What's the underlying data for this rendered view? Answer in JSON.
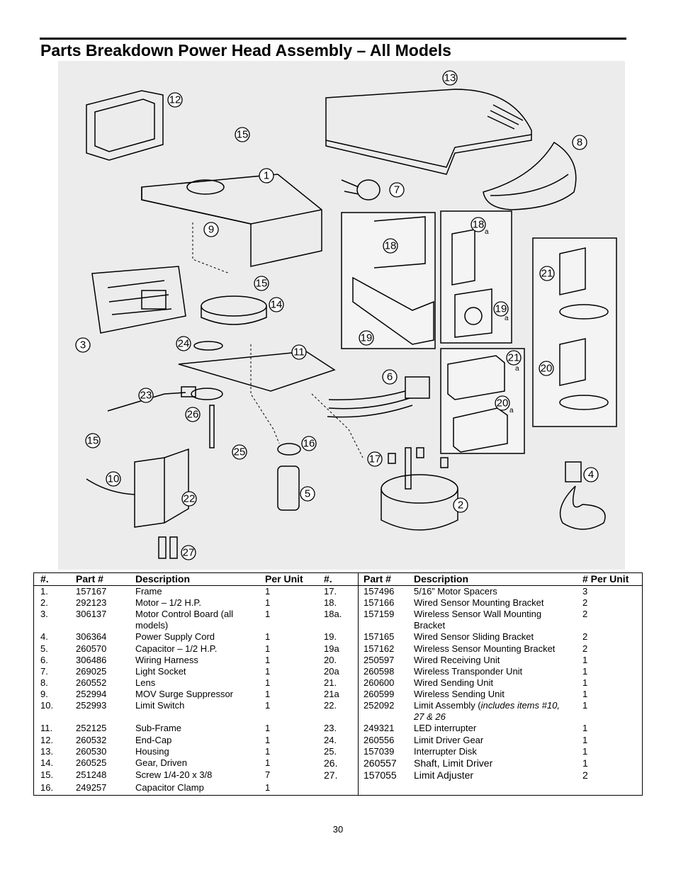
{
  "page": {
    "title": "Parts Breakdown Power Head Assembly – All Models",
    "page_number": "30"
  },
  "figure": {
    "callouts": [
      "1",
      "2",
      "3",
      "4",
      "5",
      "6",
      "7",
      "8",
      "9",
      "10",
      "11",
      "12",
      "13",
      "14",
      "15",
      "16",
      "17",
      "18",
      "18",
      "19",
      "19",
      "20",
      "20",
      "21",
      "21",
      "22",
      "23",
      "24",
      "25",
      "26",
      "27",
      "15",
      "15"
    ],
    "suffix_a": "a"
  },
  "table": {
    "headers": {
      "num": "#.",
      "part": "Part #",
      "description": "Description",
      "per_unit": "Per Unit",
      "num2": "#.",
      "part2": "Part #",
      "description2": "Description",
      "per_unit2": "# Per Unit"
    },
    "left": [
      {
        "num": "1.",
        "part": "157167",
        "desc": "Frame",
        "qty": "1"
      },
      {
        "num": "2.",
        "part": "292123",
        "desc": "Motor – 1/2 H.P.",
        "qty": "1"
      },
      {
        "num": "3.",
        "part": "306137",
        "desc": "Motor Control Board (all models)",
        "qty": "1"
      },
      {
        "num": "4.",
        "part": "306364",
        "desc": "Power Supply Cord",
        "qty": "1"
      },
      {
        "num": "5.",
        "part": "260570",
        "desc": "Capacitor – 1/2 H.P.",
        "qty": "1"
      },
      {
        "num": "6.",
        "part": "306486",
        "desc": "Wiring Harness",
        "qty": "1"
      },
      {
        "num": "7.",
        "part": "269025",
        "desc": "Light Socket",
        "qty": "1"
      },
      {
        "num": "8.",
        "part": "260552",
        "desc": "Lens",
        "qty": "1"
      },
      {
        "num": "9.",
        "part": "252994",
        "desc": "MOV Surge Suppressor",
        "qty": "1"
      },
      {
        "num": "10.",
        "part": "252993",
        "desc": "Limit Switch",
        "qty": "1"
      },
      {
        "num": "11.",
        "part": "252125",
        "desc": "Sub-Frame",
        "qty": "1"
      },
      {
        "num": "12.",
        "part": "260532",
        "desc": "End-Cap",
        "qty": "1"
      },
      {
        "num": "13.",
        "part": "260530",
        "desc": "Housing",
        "qty": "1"
      },
      {
        "num": "14.",
        "part": "260525",
        "desc": "Gear, Driven",
        "qty": "1"
      },
      {
        "num": "15.",
        "part": "251248",
        "desc": "Screw 1/4-20 x 3/8",
        "qty": "7"
      },
      {
        "num": "16.",
        "part": "249257",
        "desc": "Capacitor Clamp",
        "qty": "1"
      }
    ],
    "right": [
      {
        "num": "17.",
        "part": "157496",
        "desc": "5/16” Motor Spacers",
        "qty": "3"
      },
      {
        "num": "18.",
        "part": "157166",
        "desc": "Wired Sensor Mounting Bracket",
        "qty": "2"
      },
      {
        "num": "18a.",
        "part": "157159",
        "desc": "Wireless Sensor Wall Mounting Bracket",
        "qty": "2"
      },
      {
        "num": "19.",
        "part": "157165",
        "desc": "Wired Sensor Sliding Bracket",
        "qty": "2"
      },
      {
        "num": "19a",
        "part": "157162",
        "desc": "Wireless Sensor Mounting Bracket",
        "qty": "2"
      },
      {
        "num": "20.",
        "part": "250597",
        "desc": "Wired Receiving Unit",
        "qty": "1"
      },
      {
        "num": "20a",
        "part": "260598",
        "desc": "Wireless Transponder Unit",
        "qty": "1"
      },
      {
        "num": "21.",
        "part": "260600",
        "desc": "Wired Sending Unit",
        "qty": "1"
      },
      {
        "num": "21a",
        "part": "260599",
        "desc": "Wireless Sending Unit",
        "qty": "1"
      },
      {
        "num": "22.",
        "part": "252092",
        "desc": "Limit Assembly (",
        "desc_italic": "includes items #10, 27 & 26",
        "qty": "1"
      },
      {
        "num": "23.",
        "part": "249321",
        "desc": "LED interrupter",
        "qty": "1"
      },
      {
        "num": "24.",
        "part": "260556",
        "desc": "Limit Driver Gear",
        "qty": "1"
      },
      {
        "num": "25.",
        "part": "157039",
        "desc": "Interrupter Disk",
        "qty": "1"
      },
      {
        "num": "26.",
        "part": "260557",
        "desc": "Shaft, Limit Driver",
        "qty": "1"
      },
      {
        "num": "27.",
        "part": "157055",
        "desc": "Limit Adjuster",
        "qty": "2"
      }
    ]
  }
}
